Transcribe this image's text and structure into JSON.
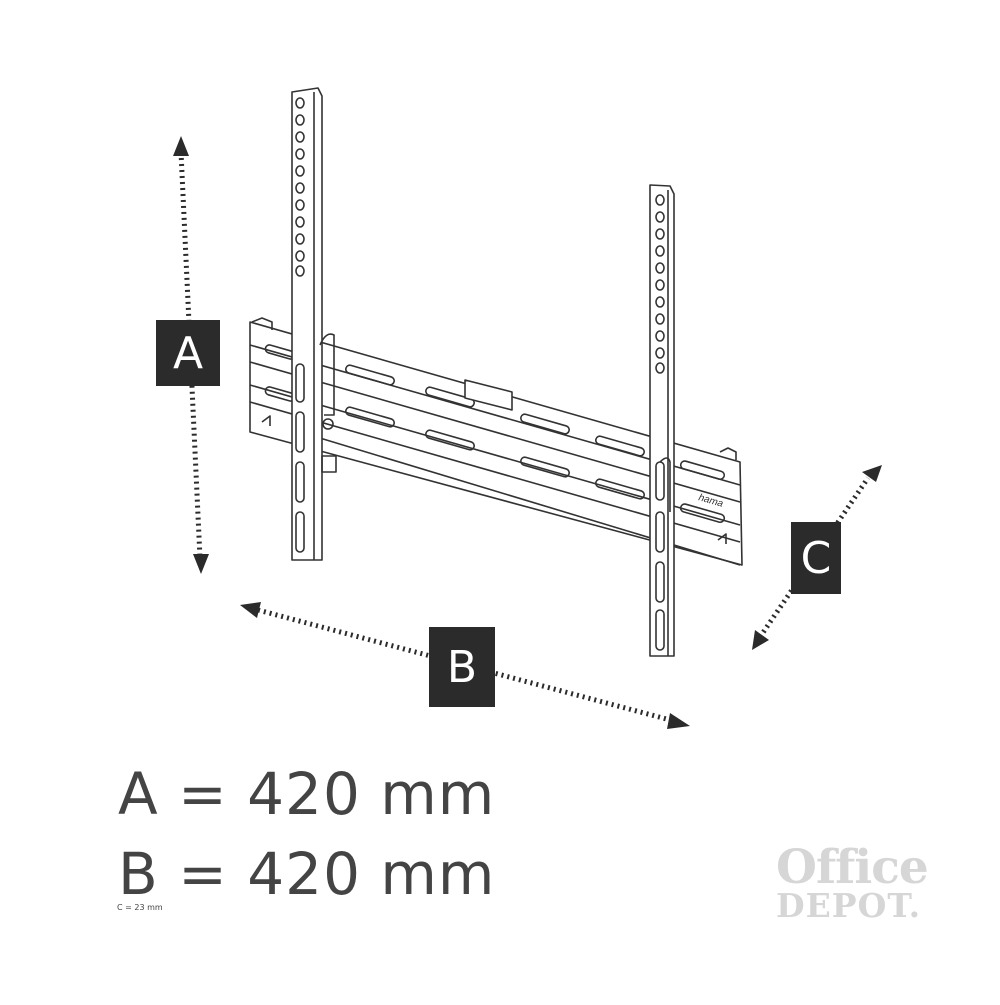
{
  "dimension_labels": {
    "a": "A",
    "b": "B",
    "c": "C"
  },
  "measurements": {
    "a": "A = 420 mm",
    "b": "B = 420 mm",
    "c_note": "C = 23 mm"
  },
  "bracket_brand": "hama",
  "logo": {
    "line1": "Office",
    "line2": "DEPOT."
  },
  "colors": {
    "label_box": "#2b2b2b",
    "line": "#333333",
    "logo": "#d6d6d6",
    "text": "#444444"
  }
}
